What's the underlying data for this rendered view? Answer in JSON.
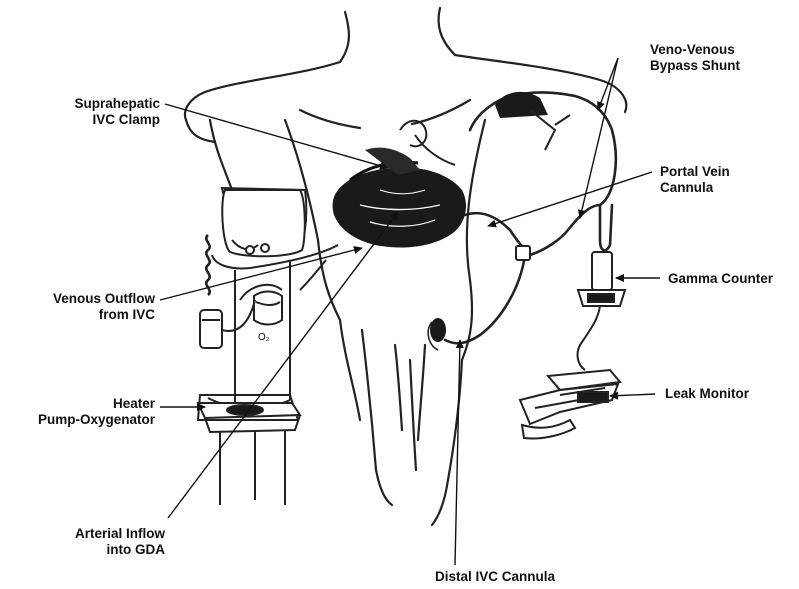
{
  "labels": {
    "suprahepatic": [
      "Suprahepatic",
      "IVC Clamp"
    ],
    "veno_venous": [
      "Veno-Venous",
      "Bypass Shunt"
    ],
    "portal_vein": [
      "Portal Vein",
      "Cannula"
    ],
    "gamma_counter": [
      "Gamma Counter"
    ],
    "venous_outflow": [
      "Venous Outflow",
      "from IVC"
    ],
    "leak_monitor": [
      "Leak Monitor"
    ],
    "heater": [
      "Heater",
      "Pump-Oxygenator"
    ],
    "arterial_inflow": [
      "Arterial Inflow",
      "into GDA"
    ],
    "distal_ivc": [
      "Distal IVC Cannula"
    ],
    "o2_mark": "O₂"
  },
  "colors": {
    "ink": "#111111",
    "background": "#ffffff",
    "organ": "#1a1a1a"
  }
}
